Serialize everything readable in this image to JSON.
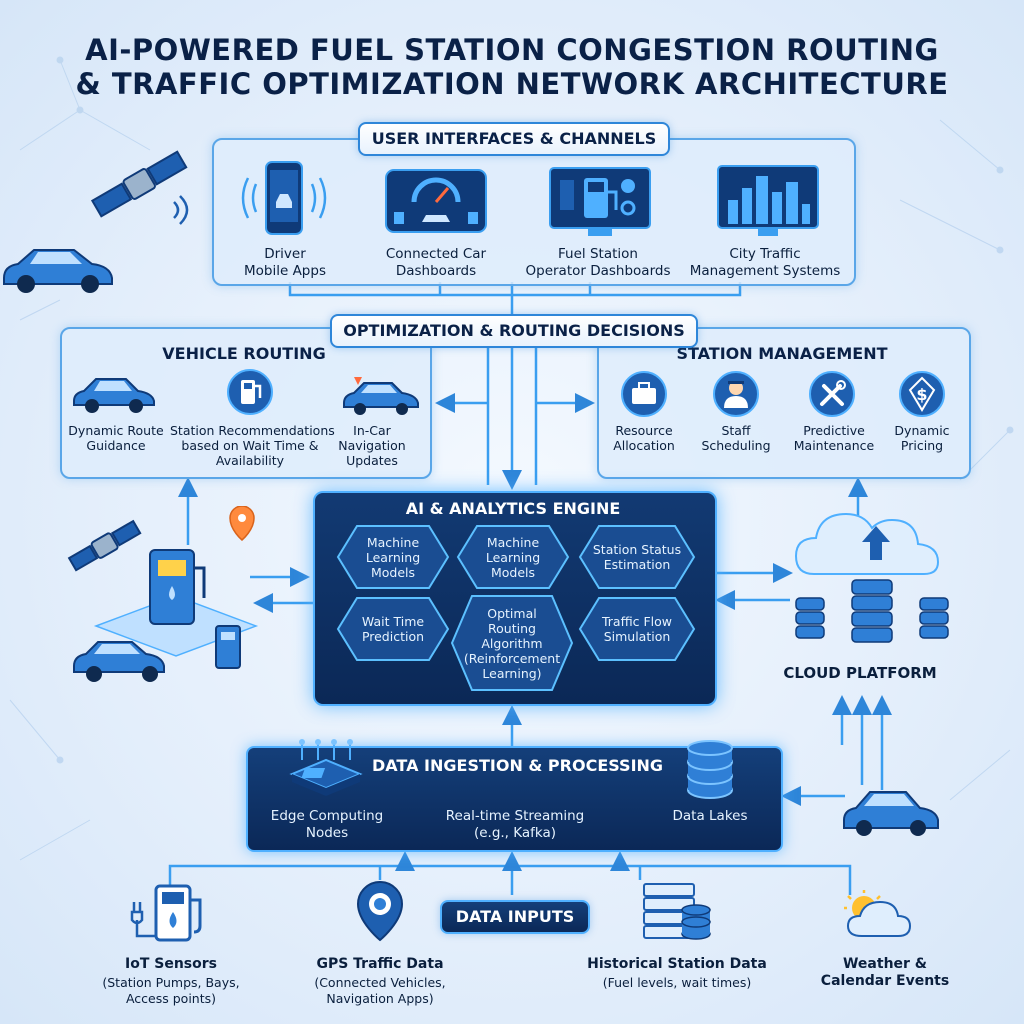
{
  "title": {
    "line1": "AI-POWERED FUEL STATION CONGESTION ROUTING",
    "line2": "& TRAFFIC OPTIMIZATION NETWORK ARCHITECTURE"
  },
  "user_interfaces": {
    "header": "USER INTERFACES & CHANNELS",
    "items": [
      {
        "line1": "Driver",
        "line2": "Mobile Apps",
        "icon": "smartphone-icon"
      },
      {
        "line1": "Connected Car",
        "line2": "Dashboards",
        "icon": "car-dashboard-icon"
      },
      {
        "line1": "Fuel Station",
        "line2": "Operator Dashboards",
        "icon": "fuel-pump-monitor-icon"
      },
      {
        "line1": "City Traffic",
        "line2": "Management Systems",
        "icon": "city-monitor-icon"
      }
    ]
  },
  "optimization": {
    "header": "OPTIMIZATION & ROUTING DECISIONS",
    "vehicle_routing": {
      "title": "VEHICLE ROUTING",
      "items": [
        {
          "lines": [
            "Dynamic Route",
            "Guidance"
          ],
          "icon": "car-icon"
        },
        {
          "lines": [
            "Station Recommendations",
            "based on Wait Time &",
            "Availability"
          ],
          "icon": "fuel-pump-badge-icon"
        },
        {
          "lines": [
            "In-Car",
            "Navigation",
            "Updates"
          ],
          "icon": "car-navigation-icon"
        }
      ]
    },
    "station_management": {
      "title": "STATION MANAGEMENT",
      "items": [
        {
          "lines": [
            "Resource",
            "Allocation"
          ],
          "icon": "briefcase-icon"
        },
        {
          "lines": [
            "Staff",
            "Scheduling"
          ],
          "icon": "staff-icon"
        },
        {
          "lines": [
            "Predictive",
            "Maintenance"
          ],
          "icon": "wrench-icon"
        },
        {
          "lines": [
            "Dynamic",
            "Pricing"
          ],
          "icon": "dollar-icon"
        }
      ]
    }
  },
  "engine": {
    "title": "AI & ANALYTICS ENGINE",
    "modules": [
      {
        "lines": [
          "Machine",
          "Learning",
          "Models"
        ]
      },
      {
        "lines": [
          "Machine",
          "Learning",
          "Models"
        ]
      },
      {
        "lines": [
          "Station Status",
          "Estimation"
        ]
      },
      {
        "lines": [
          "Wait Time",
          "Prediction"
        ]
      },
      {
        "lines": [
          "Optimal",
          "Routing",
          "Algorithm",
          "(Reinforcement",
          "Learning)"
        ]
      },
      {
        "lines": [
          "Traffic Flow",
          "Simulation"
        ]
      }
    ]
  },
  "cloud": {
    "label": "CLOUD PLATFORM"
  },
  "ingestion": {
    "title": "DATA INGESTION & PROCESSING",
    "edge": {
      "line1": "Edge Computing",
      "line2": "Nodes"
    },
    "stream": {
      "line1": "Real-time Streaming",
      "line2": "(e.g., Kafka)"
    },
    "lakes": {
      "line1": "Data Lakes"
    }
  },
  "data_inputs": {
    "header": "DATA INPUTS",
    "items": [
      {
        "title": "IoT Sensors",
        "sub": [
          "(Station Pumps, Bays,",
          "Access points)"
        ],
        "icon": "iot-pump-icon"
      },
      {
        "title": "GPS Traffic Data",
        "sub": [
          "(Connected Vehicles,",
          "Navigation Apps)"
        ],
        "icon": "location-pin-icon"
      },
      {
        "title": "Historical Station Data",
        "sub": [
          "(Fuel levels, wait times)"
        ],
        "icon": "database-server-icon"
      },
      {
        "title": "Weather &",
        "sub": [
          "Calendar Events"
        ],
        "icon": "weather-icon"
      }
    ]
  },
  "colors": {
    "accent": "#2e86d9",
    "dark_panel": "#0b2856",
    "glow": "#4fb0ff",
    "text": "#0a2147"
  }
}
